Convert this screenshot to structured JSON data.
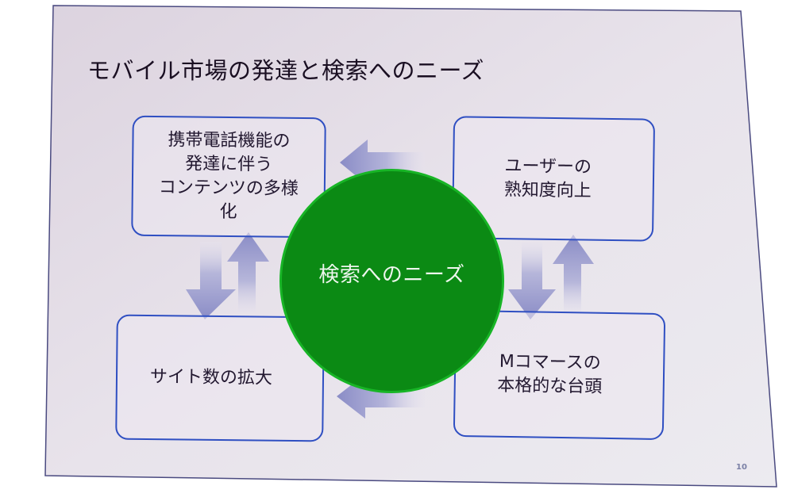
{
  "slide": {
    "title": "モバイル市場の発達と検索へのニーズ",
    "page_number": "10",
    "center": {
      "label": "検索へのニーズ"
    },
    "boxes": {
      "top_left": {
        "lines": [
          "携帯電話機能の",
          "発達に伴う",
          "コンテンツの多様",
          "化"
        ]
      },
      "top_right": {
        "lines": [
          "ユーザーの",
          "熟知度向上"
        ]
      },
      "bottom_left": {
        "lines": [
          "サイト数の拡大"
        ]
      },
      "bottom_right": {
        "lines": [
          "Mコマースの",
          "本格的な台頭"
        ]
      }
    },
    "arrows": [
      {
        "name": "arrow-left-top",
        "direction": "left"
      },
      {
        "name": "arrow-left-bottom",
        "direction": "left"
      },
      {
        "name": "arrow-down-left",
        "direction": "down"
      },
      {
        "name": "arrow-up-left",
        "direction": "up"
      },
      {
        "name": "arrow-down-right",
        "direction": "down"
      },
      {
        "name": "arrow-up-right",
        "direction": "up"
      }
    ]
  },
  "colors": {
    "slide_bg": "#e6e0ea",
    "box_border": "#2f4fc2",
    "circle_fill": "#0b8a14",
    "circle_border": "#18b526",
    "arrow": "#8f90c8",
    "title_text": "#1a0f22"
  }
}
